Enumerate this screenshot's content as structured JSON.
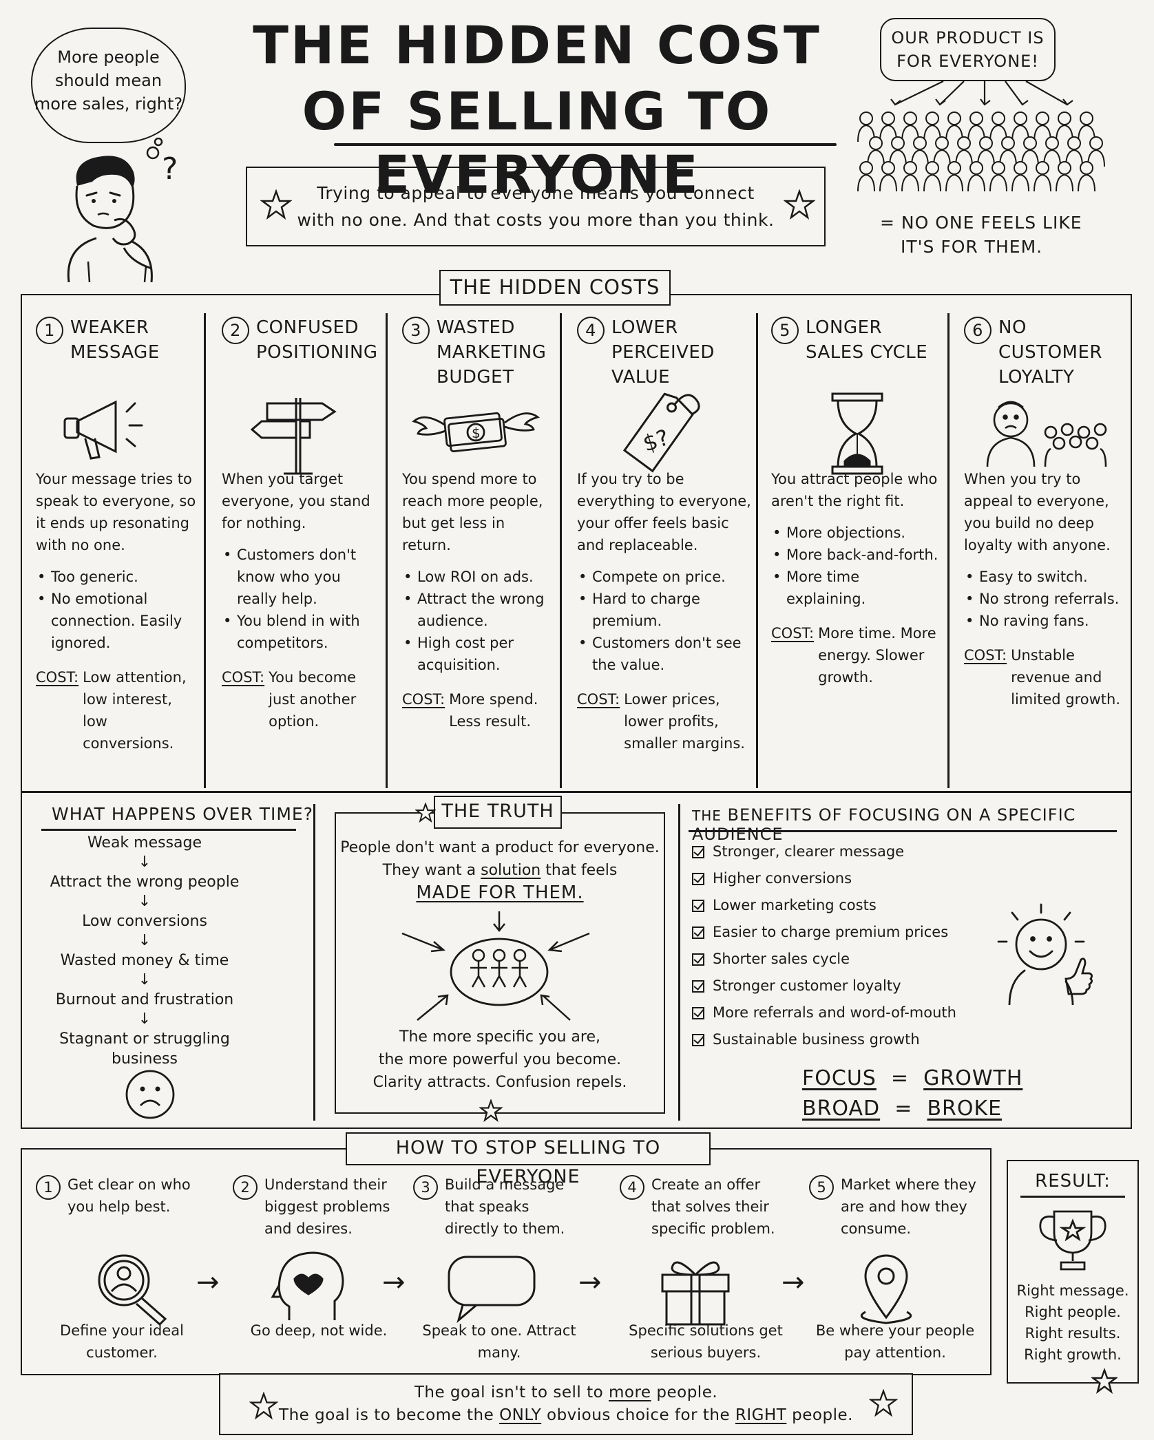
{
  "header": {
    "title_line1": "THE HIDDEN COST",
    "title_line2": "OF SELLING TO EVERYONE",
    "thought": "More people should mean more sales, right?",
    "speech": "OUR PRODUCT IS FOR EVERYONE!",
    "intro_line1": "Trying to appeal to everyone means you connect",
    "intro_line2": "with no one. And that costs you more than you think.",
    "no_one_line1": "= NO ONE FEELS LIKE",
    "no_one_line2": "IT'S FOR THEM."
  },
  "hidden_costs": {
    "title": "THE HIDDEN COSTS",
    "columns": [
      {
        "num": "1",
        "title": "WEAKER MESSAGE",
        "icon": "megaphone-icon",
        "desc": "Your message tries to speak to everyone, so it ends up resonating with no one.",
        "bullets": [
          "Too generic.",
          "No emotional connection. Easily ignored."
        ],
        "cost_label": "COST:",
        "cost": "Low attention, low interest, low conversions."
      },
      {
        "num": "2",
        "title": "CONFUSED POSITIONING",
        "icon": "signpost-icon",
        "desc": "When you target everyone, you stand for nothing.",
        "bullets": [
          "Customers don't know who you really help.",
          "You blend in with competitors."
        ],
        "cost_label": "COST:",
        "cost": "You become just another option."
      },
      {
        "num": "3",
        "title": "WASTED MARKETING BUDGET",
        "icon": "flying-money-icon",
        "desc": "You spend more to reach more people, but get less in return.",
        "bullets": [
          "Low ROI on ads.",
          "Attract the wrong audience.",
          "High cost per acquisition."
        ],
        "cost_label": "COST:",
        "cost": "More spend. Less result."
      },
      {
        "num": "4",
        "title": "LOWER PERCEIVED VALUE",
        "icon": "price-tag-icon",
        "tag_text": "$?",
        "desc": "If you try to be everything to everyone, your offer feels basic and replaceable.",
        "bullets": [
          "Compete on price.",
          "Hard to charge premium.",
          "Customers don't see the value."
        ],
        "cost_label": "COST:",
        "cost": "Lower prices, lower profits, smaller margins."
      },
      {
        "num": "5",
        "title": "LONGER SALES CYCLE",
        "icon": "hourglass-icon",
        "desc": "You attract people who aren't the right fit.",
        "bullets": [
          "More objections.",
          "More back-and-forth.",
          "More time explaining."
        ],
        "cost_label": "COST:",
        "cost": "More time. More energy. Slower growth."
      },
      {
        "num": "6",
        "title": "NO CUSTOMER LOYALTY",
        "icon": "sad-person-crowd-icon",
        "desc": "When you try to appeal to everyone, you build no deep loyalty with anyone.",
        "bullets": [
          "Easy to switch.",
          "No strong referrals.",
          "No raving fans."
        ],
        "cost_label": "COST:",
        "cost": "Unstable revenue and limited growth."
      }
    ]
  },
  "over_time": {
    "title": "WHAT HAPPENS OVER TIME?",
    "steps": [
      "Weak message",
      "Attract the wrong people",
      "Low conversions",
      "Wasted money & time",
      "Burnout and frustration",
      "Stagnant or struggling business"
    ]
  },
  "truth": {
    "title": "THE TRUTH",
    "line1": "People don't want a product for everyone.",
    "line2a": "They want a ",
    "line2b": "solution",
    "line2c": " that feels",
    "line3": "MADE FOR THEM.",
    "line4": "The more specific you are,",
    "line5": "the more powerful you become.",
    "line6": "Clarity attracts. Confusion repels."
  },
  "benefits": {
    "title_prefix": "THE",
    "title": "BENEFITS OF FOCUSING ON A SPECIFIC AUDIENCE",
    "items": [
      "Stronger, clearer message",
      "Higher conversions",
      "Lower marketing costs",
      "Easier to charge premium prices",
      "Shorter sales cycle",
      "Stronger customer loyalty",
      "More referrals and word-of-mouth",
      "Sustainable business growth"
    ],
    "eq1_left": "FOCUS",
    "eq1_right": "GROWTH",
    "eq2_left": "BROAD",
    "eq2_right": "BROKE",
    "eq_sign": "="
  },
  "how_to_stop": {
    "title": "HOW TO STOP SELLING TO EVERYONE",
    "steps": [
      {
        "num": "1",
        "text": "Get clear on who you help best.",
        "foot": "Define your ideal customer.",
        "icon": "magnifier-person-icon"
      },
      {
        "num": "2",
        "text": "Understand their biggest problems and desires.",
        "foot": "Go deep, not wide.",
        "icon": "head-heart-icon"
      },
      {
        "num": "3",
        "text": "Build a message that speaks directly to them.",
        "foot": "Speak to one. Attract many.",
        "icon": "speech-bubble-icon"
      },
      {
        "num": "4",
        "text": "Create an offer that solves their specific problem.",
        "foot": "Specific solutions get serious buyers.",
        "icon": "gift-icon"
      },
      {
        "num": "5",
        "text": "Market where they are and how they consume.",
        "foot": "Be where your people pay attention.",
        "icon": "location-pin-icon"
      }
    ],
    "arrow": "→"
  },
  "result": {
    "title": "RESULT:",
    "lines": [
      "Right message.",
      "Right people.",
      "Right results.",
      "Right growth."
    ]
  },
  "goal": {
    "l1a": "The goal isn't to sell to ",
    "l1b": "more",
    "l1c": " people.",
    "l2a": "The goal is to become the ",
    "l2b": "ONLY",
    "l2c": " obvious choice for the ",
    "l2d": "RIGHT",
    "l2e": " people."
  }
}
